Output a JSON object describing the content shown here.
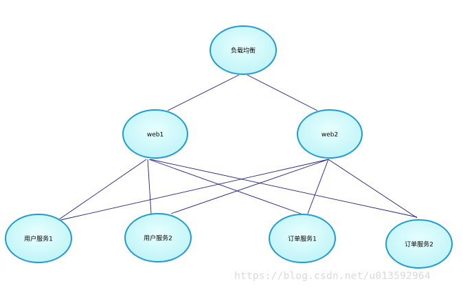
{
  "diagram": {
    "nodes": [
      {
        "id": "lb",
        "label": "负载均衡"
      },
      {
        "id": "web1",
        "label": "web1"
      },
      {
        "id": "web2",
        "label": "web2"
      },
      {
        "id": "user1",
        "label": "用户服务1"
      },
      {
        "id": "user2",
        "label": "用户服务2"
      },
      {
        "id": "order1",
        "label": "订单服务1"
      },
      {
        "id": "order2",
        "label": "订单服务2"
      }
    ],
    "edges": [
      {
        "from": "lb",
        "to": "web1"
      },
      {
        "from": "lb",
        "to": "web2"
      },
      {
        "from": "web1",
        "to": "user1"
      },
      {
        "from": "web1",
        "to": "user2"
      },
      {
        "from": "web1",
        "to": "order1"
      },
      {
        "from": "web1",
        "to": "order2"
      },
      {
        "from": "web2",
        "to": "user1"
      },
      {
        "from": "web2",
        "to": "user2"
      },
      {
        "from": "web2",
        "to": "order1"
      },
      {
        "from": "web2",
        "to": "order2"
      }
    ],
    "colors": {
      "node_fill_light": "#e8ffff",
      "node_fill_dark": "#bdf3f7",
      "node_stroke": "#1e9ad6",
      "edge": "#1a1a8c"
    }
  },
  "watermark": "https://blog.csdn.net/u013592964"
}
